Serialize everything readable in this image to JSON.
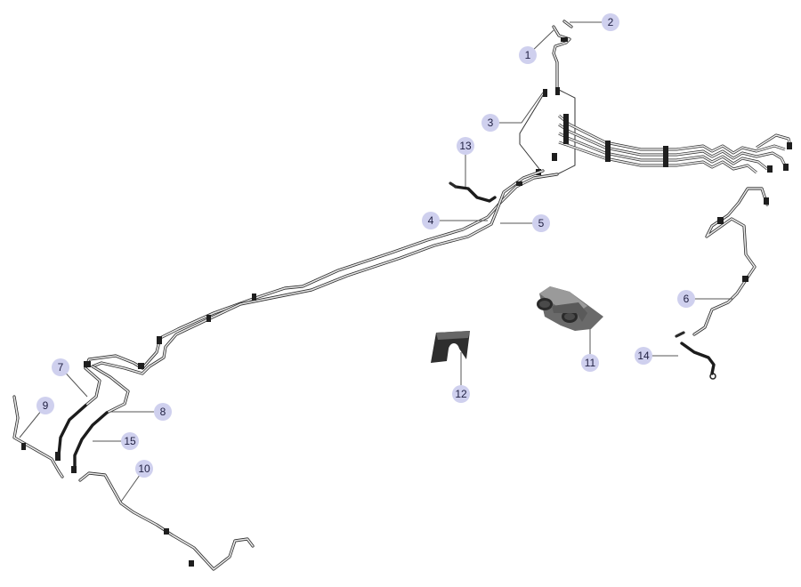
{
  "callouts": [
    {
      "id": "callout-1",
      "label": "1"
    },
    {
      "id": "callout-2",
      "label": "2"
    },
    {
      "id": "callout-3",
      "label": "3"
    },
    {
      "id": "callout-4",
      "label": "4"
    },
    {
      "id": "callout-5",
      "label": "5"
    },
    {
      "id": "callout-6",
      "label": "6"
    },
    {
      "id": "callout-7",
      "label": "7"
    },
    {
      "id": "callout-8",
      "label": "8"
    },
    {
      "id": "callout-9",
      "label": "9"
    },
    {
      "id": "callout-10",
      "label": "10"
    },
    {
      "id": "callout-11",
      "label": "11"
    },
    {
      "id": "callout-12",
      "label": "12"
    },
    {
      "id": "callout-13",
      "label": "13"
    },
    {
      "id": "callout-14",
      "label": "14"
    },
    {
      "id": "callout-15",
      "label": "15"
    }
  ],
  "colors": {
    "callout_fill": "#cfd0ee",
    "line_outline": "#2a2a2a",
    "line_fill": "#e8e8e8",
    "hose": "#1c1c1c"
  }
}
